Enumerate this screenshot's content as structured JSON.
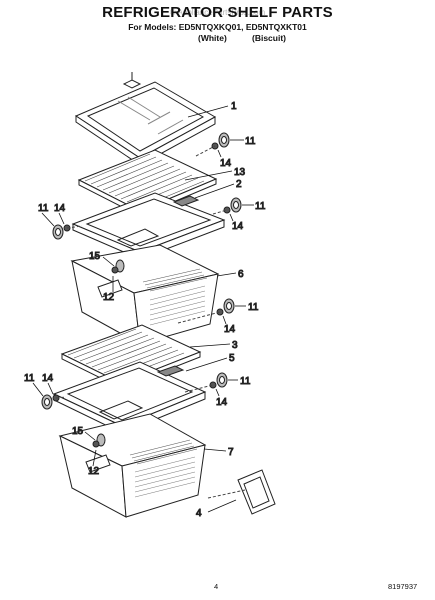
{
  "header": {
    "title": "REFRIGERATOR SHELF PARTS",
    "watermark": "© AppliancePartsPros.com",
    "models_line": "For Models: ED5NTQXKQ01, ED5NTQXKT01",
    "color_white": "(White)",
    "color_biscuit": "(Biscuit)"
  },
  "callouts": {
    "c1": "1",
    "c2": "2",
    "c3": "3",
    "c4": "4",
    "c5": "5",
    "c6": "6",
    "c7": "7",
    "c11": "11",
    "c12": "12",
    "c13": "13",
    "c14": "14",
    "c15": "15"
  },
  "footer": {
    "page_number": "4",
    "doc_number": "8197937"
  }
}
